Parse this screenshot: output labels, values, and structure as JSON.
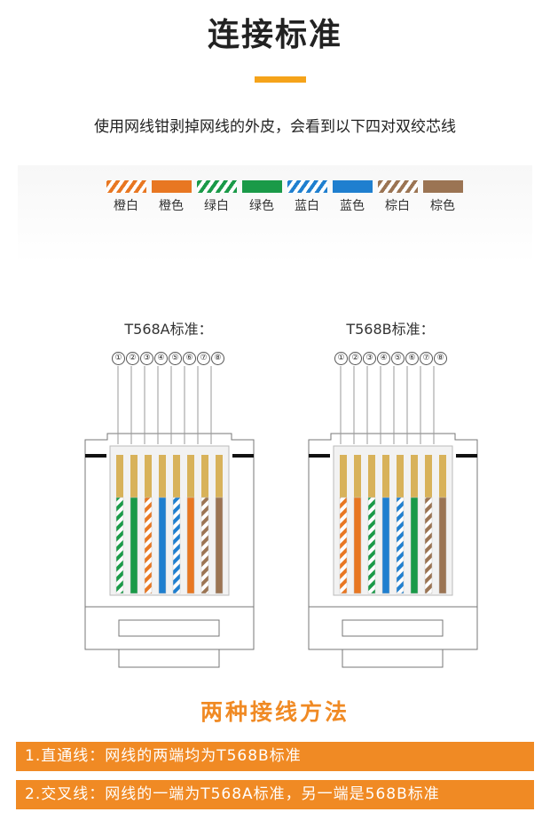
{
  "title": "连接标准",
  "subtitle": "使用网线钳剥掉网线的外皮，会看到以下四对双绞芯线",
  "legend": [
    {
      "label": "橙白",
      "color": "#e87722",
      "striped": true
    },
    {
      "label": "橙色",
      "color": "#e87722",
      "striped": false
    },
    {
      "label": "绿白",
      "color": "#1a9a48",
      "striped": true
    },
    {
      "label": "绿色",
      "color": "#1a9a48",
      "striped": false
    },
    {
      "label": "蓝白",
      "color": "#1f7fcf",
      "striped": true
    },
    {
      "label": "蓝色",
      "color": "#1f7fcf",
      "striped": false
    },
    {
      "label": "棕白",
      "color": "#9b7453",
      "striped": true
    },
    {
      "label": "棕色",
      "color": "#9b7453",
      "striped": false
    }
  ],
  "standards": [
    {
      "title": "T568A标准：",
      "order": [
        "绿白",
        "绿色",
        "橙白",
        "蓝色",
        "蓝白",
        "橙色",
        "棕白",
        "棕色"
      ]
    },
    {
      "title": "T568B标准：",
      "order": [
        "橙白",
        "橙色",
        "绿白",
        "蓝色",
        "蓝白",
        "绿色",
        "棕白",
        "棕色"
      ]
    }
  ],
  "pin_numbers": [
    "①",
    "②",
    "③",
    "④",
    "⑤",
    "⑥",
    "⑦",
    "⑧"
  ],
  "methods_title": "两种接线方法",
  "methods": [
    "1.直通线：网线的两端均为T568B标准",
    "2.交叉线：网线的一端为T568A标准，另一端是568B标准"
  ]
}
